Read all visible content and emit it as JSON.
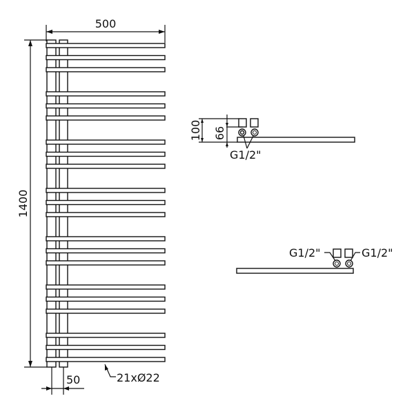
{
  "front_view": {
    "width_dim": "500",
    "height_dim": "1400",
    "spacing_dim": "50",
    "tube_label": "21xØ22",
    "bar_groups": 7,
    "bars_per_group": 3
  },
  "side_view_top": {
    "dim_outer": "100",
    "dim_inner": "66",
    "connection_label": "G1/2\""
  },
  "side_view_bottom": {
    "connection_label_left": "G1/2\"",
    "connection_label_right": "G1/2\""
  }
}
